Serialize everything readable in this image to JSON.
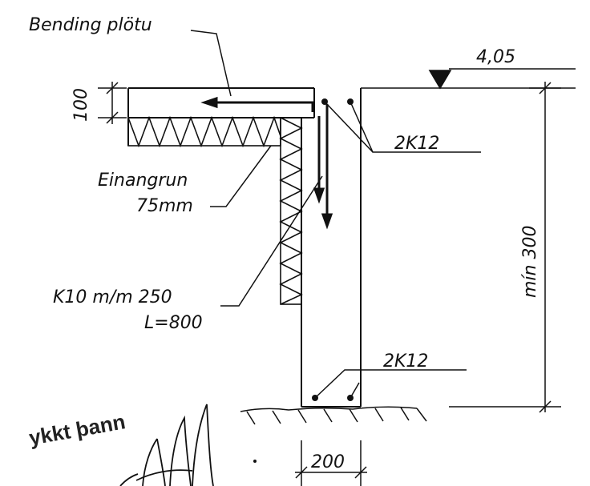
{
  "labels": {
    "slab_reinforcement": "Bending plötu",
    "elevation": "4,05",
    "slab_thickness": "100",
    "top_bars": "2K12",
    "insulation_line1": "Einangrun",
    "insulation_line2": "75mm",
    "min_depth": "mín 300",
    "stirrups_line1": "K10 m/m 250",
    "stirrups_line2": "L=800",
    "bottom_bars": "2K12",
    "wall_width": "200",
    "approval_stamp": "ykkt þann"
  },
  "colors": {
    "ink": "#111111",
    "paper": "#ffffff"
  },
  "icons": {
    "elevation_marker": "triangle-down-icon",
    "signature": "handwritten-signature"
  }
}
